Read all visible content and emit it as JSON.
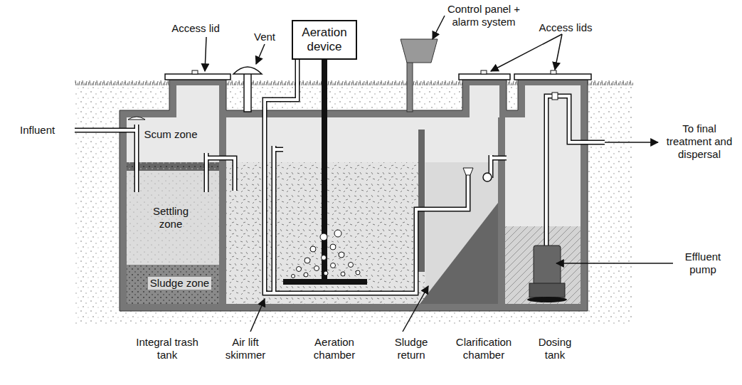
{
  "diagram": {
    "nodes": [
      {
        "text": [
          "Aeration device"
        ]
      }
    ],
    "labels": [
      "Access lid",
      "Vent",
      "Control panel + alarm system",
      "Access lids",
      "Influent",
      "Scum zone",
      "Settling zone",
      "Sludge zone",
      "To final treatment and dispersal",
      "Effluent pump",
      "Integral trash tank",
      "Air lift skimmer",
      "Aeration chamber",
      "Sludge return",
      "Clarification chamber",
      "Dosing tank"
    ]
  }
}
